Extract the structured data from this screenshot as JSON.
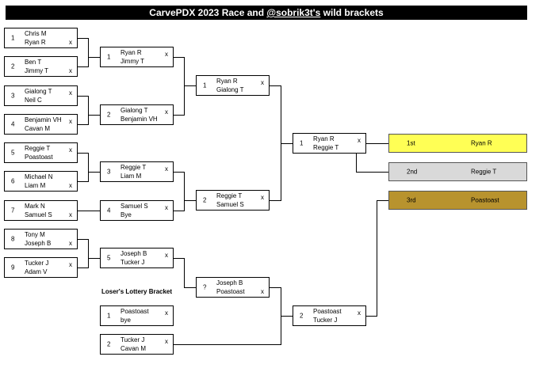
{
  "header": {
    "title_prefix": "CarvePDX 2023 Race and ",
    "title_user": "@sobrik3t's",
    "title_suffix": " wild brackets"
  },
  "round1": [
    {
      "seed": "1",
      "p1": "Chris M",
      "p2": "Ryan R",
      "x1": "",
      "x2": "x"
    },
    {
      "seed": "2",
      "p1": "Ben T",
      "p2": "Jimmy T",
      "x1": "",
      "x2": "x"
    },
    {
      "seed": "3",
      "p1": "Gialong T",
      "p2": "Neil C",
      "x1": "x",
      "x2": ""
    },
    {
      "seed": "4",
      "p1": "Benjamin VH",
      "p2": "Cavan M",
      "x1": "x",
      "x2": ""
    },
    {
      "seed": "5",
      "p1": "Reggie T",
      "p2": "Poastoast",
      "x1": "x",
      "x2": ""
    },
    {
      "seed": "6",
      "p1": "Michael N",
      "p2": "Liam M",
      "x1": "",
      "x2": "x"
    },
    {
      "seed": "7",
      "p1": "Mark N",
      "p2": "Samuel S",
      "x1": "",
      "x2": "x"
    },
    {
      "seed": "8",
      "p1": "Tony M",
      "p2": "Joseph B",
      "x1": "",
      "x2": "x"
    },
    {
      "seed": "9",
      "p1": "Tucker J",
      "p2": "Adam V",
      "x1": "x",
      "x2": ""
    }
  ],
  "round2": [
    {
      "seed": "1",
      "p1": "Ryan R",
      "p2": "Jimmy T",
      "x1": "x",
      "x2": ""
    },
    {
      "seed": "2",
      "p1": "Gialong T",
      "p2": "Benjamin VH",
      "x1": "x",
      "x2": ""
    },
    {
      "seed": "3",
      "p1": "Reggie T",
      "p2": "Liam M",
      "x1": "x",
      "x2": ""
    },
    {
      "seed": "4",
      "p1": "Samuel S",
      "p2": "Bye",
      "x1": "x",
      "x2": ""
    },
    {
      "seed": "5",
      "p1": "Joseph B",
      "p2": "Tucker J",
      "x1": "x",
      "x2": ""
    }
  ],
  "loser": {
    "title": "Loser's Lottery Bracket",
    "matches": [
      {
        "seed": "1",
        "p1": "Poastoast",
        "p2": "bye",
        "x1": "x",
        "x2": ""
      },
      {
        "seed": "2",
        "p1": "Tucker J",
        "p2": "Cavan M",
        "x1": "x",
        "x2": ""
      }
    ]
  },
  "round3": [
    {
      "seed": "1",
      "p1": "Ryan R",
      "p2": "Gialong T",
      "x1": "x",
      "x2": ""
    },
    {
      "seed": "2",
      "p1": "Reggie T",
      "p2": "Samuel S",
      "x1": "x",
      "x2": ""
    },
    {
      "seed": "?",
      "p1": "Joseph B",
      "p2": "Poastoast",
      "x1": "",
      "x2": "x"
    }
  ],
  "round4": [
    {
      "seed": "1",
      "p1": "Ryan R",
      "p2": "Reggie T",
      "x1": "x",
      "x2": ""
    },
    {
      "seed": "2",
      "p1": "Poastoast",
      "p2": "Tucker J",
      "x1": "x",
      "x2": ""
    }
  ],
  "results": [
    {
      "rank": "1st",
      "name": "Ryan R",
      "color": "#ffff55"
    },
    {
      "rank": "2nd",
      "name": "Reggie T",
      "color": "#d9d9d9"
    },
    {
      "rank": "3rd",
      "name": "Poastoast",
      "color": "#b8932e"
    }
  ]
}
